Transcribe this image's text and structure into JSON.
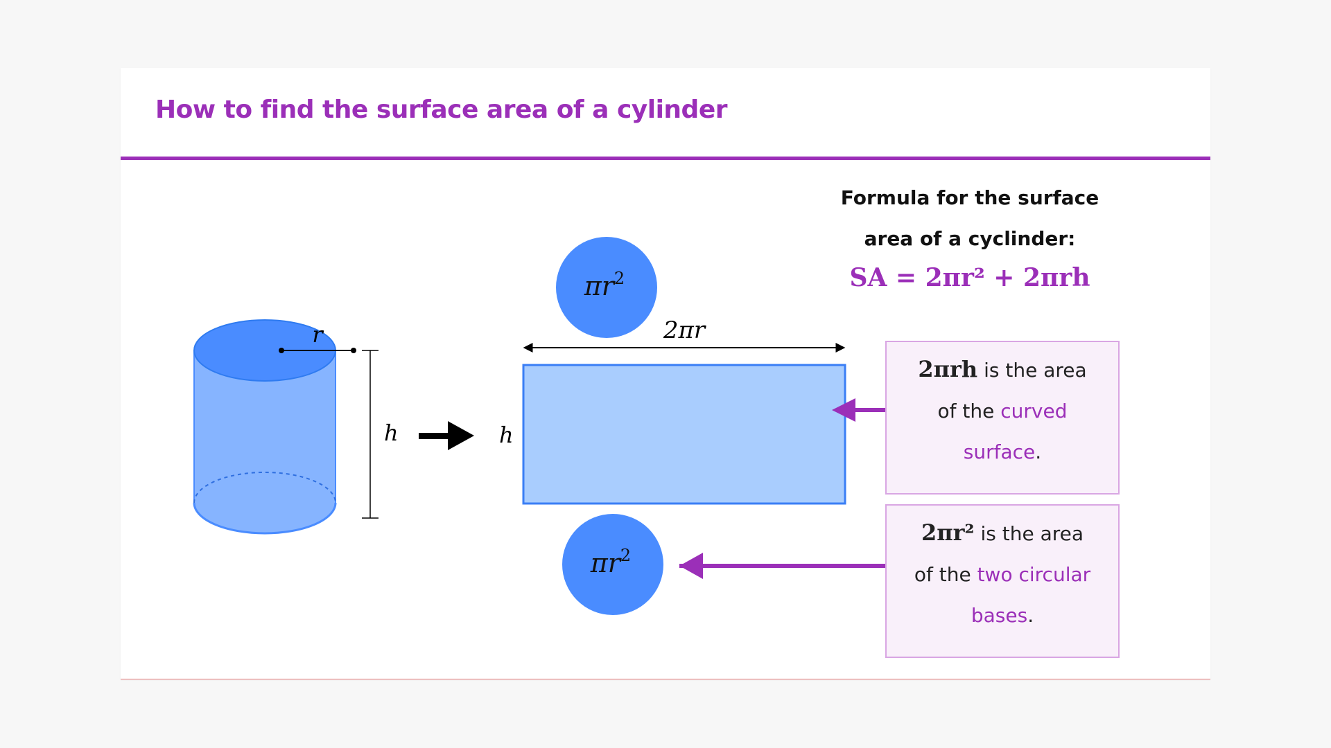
{
  "title": "How to find the surface area of a cylinder",
  "colors": {
    "accent": "#9b2fb8",
    "shape_blue": "#4a8cff",
    "shape_light": "#a9cdfe",
    "shape_mid": "#86b4ff"
  },
  "diagram": {
    "radius_label": "r",
    "height_label": "h",
    "circle_top_label": "πr",
    "circle_bottom_label": "πr",
    "exponent": "2",
    "rect_width_label": "2πr",
    "rect_height_label": "h"
  },
  "formula": {
    "heading_line1": "Formula for the surface",
    "heading_line2": "area of a cyclinder:",
    "equation": "SA = 2πr² + 2πrh"
  },
  "boxes": [
    {
      "expr": "2πrh",
      "text1": " is the area",
      "text2": "of the ",
      "highlight1": "curved",
      "highlight2": "surface",
      "end": "."
    },
    {
      "expr": "2πr²",
      "text1": " is the area",
      "text2": "of the ",
      "highlight1": "two circular",
      "highlight2": "bases",
      "end": "."
    }
  ]
}
